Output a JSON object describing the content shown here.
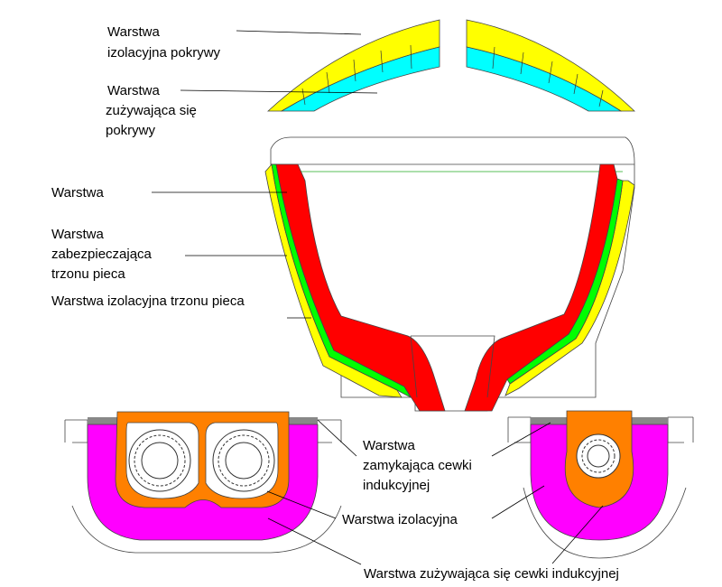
{
  "colors": {
    "insulation": "#ffff00",
    "wear": "#00ffff",
    "refractory": "#ff0000",
    "protective": "#00ff00",
    "coil_wear": "#ff00ff",
    "coil_closing": "#ff8000",
    "top_plate": "#888888"
  },
  "labels": {
    "lid_insulation": [
      "Warstwa",
      "izolacyjna pokrywy"
    ],
    "lid_wear": [
      "Warstwa",
      "zużywająca się",
      "pokrywy"
    ],
    "layer": [
      "Warstwa"
    ],
    "hearth_protective": [
      "Warstwa",
      "zabezpieczająca",
      "trzonu pieca"
    ],
    "hearth_insulation": [
      "Warstwa izolacyjna trzonu pieca"
    ],
    "coil_closing": [
      "Warstwa",
      "zamykająca cewki",
      "indukcyjnej"
    ],
    "insulation": [
      "Warstwa izolacyjna"
    ],
    "coil_wear": [
      "Warstwa zużywająca się cewki indukcyjnej"
    ]
  }
}
